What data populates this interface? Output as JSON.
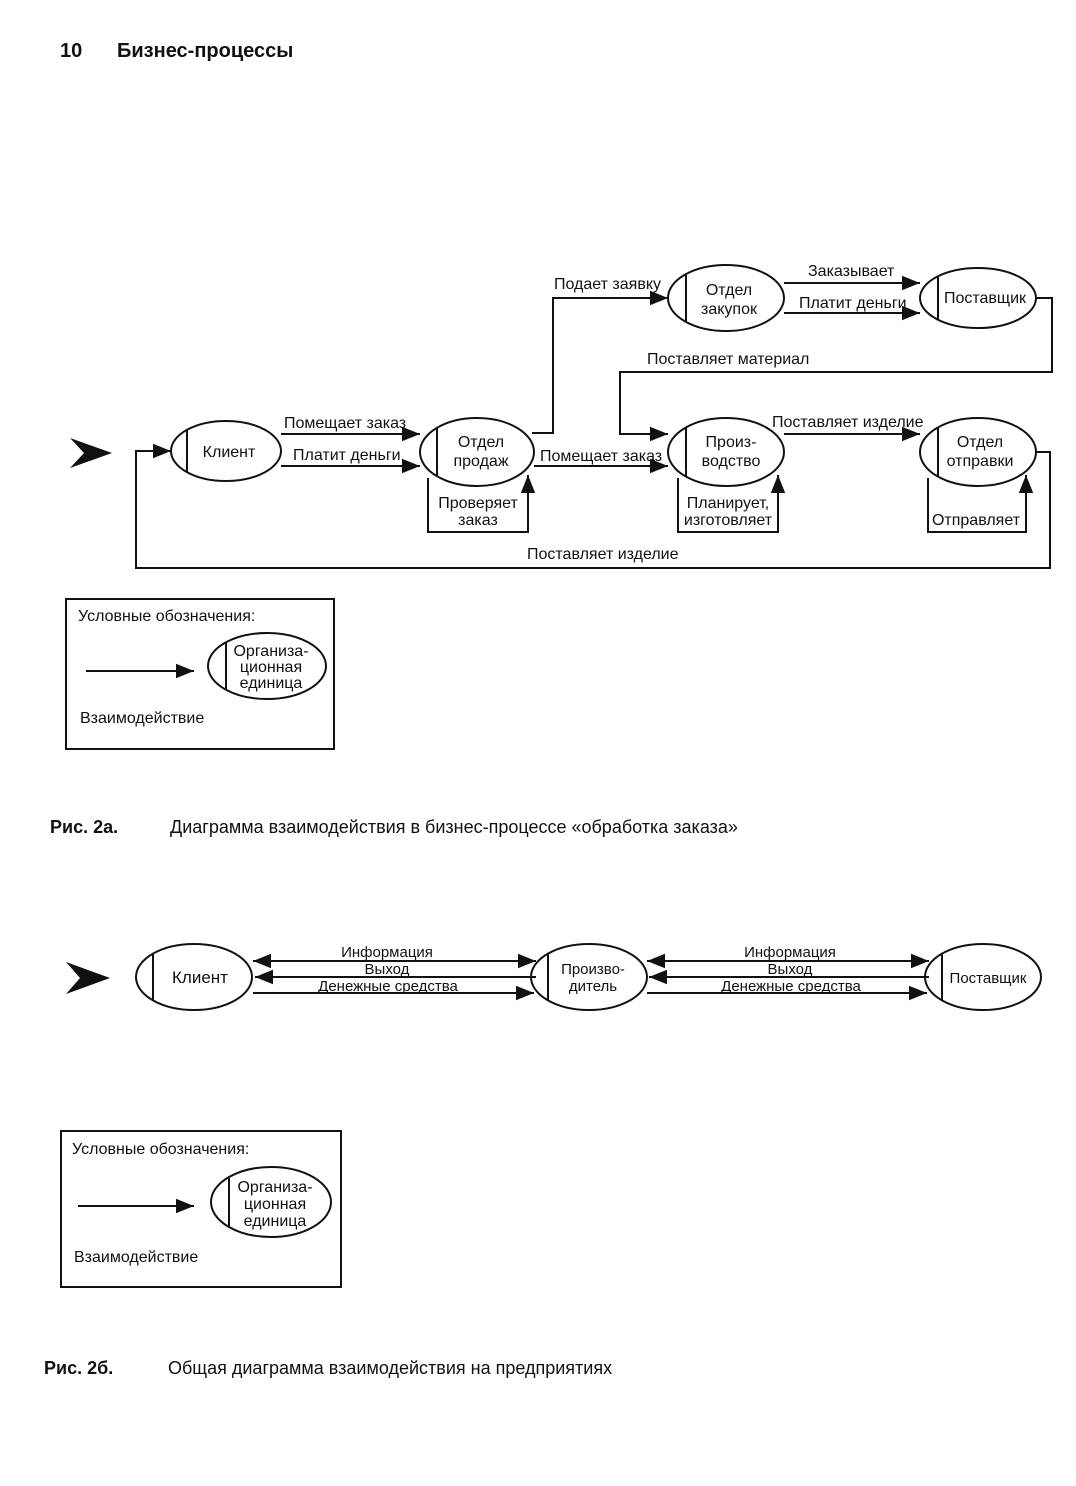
{
  "header": {
    "page_number": "10",
    "title": "Бизнес-процессы"
  },
  "fig2a": {
    "nodes": {
      "client": "Клиент",
      "sales": [
        "Отдел",
        "продаж"
      ],
      "purchasing": [
        "Отдел",
        "закупок"
      ],
      "supplier": "Поставщик",
      "production": [
        "Произ-",
        "водство"
      ],
      "shipping": [
        "Отдел",
        "отправки"
      ]
    },
    "edges": {
      "places_order": "Помещает заказ",
      "pays_money": "Платит деньги",
      "submits_request": "Подает заявку",
      "orders": "Заказывает",
      "pays_money_2": "Платит деньги",
      "supplies_material": "Поставляет материал",
      "places_order_2": "Помещает заказ",
      "supplies_product": "Поставляет изделие",
      "supplies_product_back": "Поставляет изделие"
    },
    "loops": {
      "checks_order": [
        "Проверяет",
        "заказ"
      ],
      "plans_makes": [
        "Планирует,",
        "изготовляет"
      ],
      "ships": "Отправляет"
    },
    "legend": {
      "title": "Условные обозначения:",
      "unit": [
        "Организа-",
        "ционная",
        "единица"
      ],
      "interaction": "Взаимодействие"
    },
    "caption": {
      "label": "Рис. 2а.",
      "text": "Диаграмма взаимодействия в бизнес-процессе «обработка заказа»"
    }
  },
  "fig2b": {
    "nodes": {
      "client": "Клиент",
      "producer": [
        "Произво-",
        "дитель"
      ],
      "supplier": "Поставщик"
    },
    "flows_left": [
      "Информация",
      "Выход",
      "Денежные средства"
    ],
    "flows_right": [
      "Информация",
      "Выход",
      "Денежные средства"
    ],
    "legend": {
      "title": "Условные обозначения:",
      "unit": [
        "Организа-",
        "ционная",
        "единица"
      ],
      "interaction": "Взаимодействие"
    },
    "caption": {
      "label": "Рис. 2б.",
      "text": "Общая диаграмма взаимодействия на предприятиях"
    }
  }
}
